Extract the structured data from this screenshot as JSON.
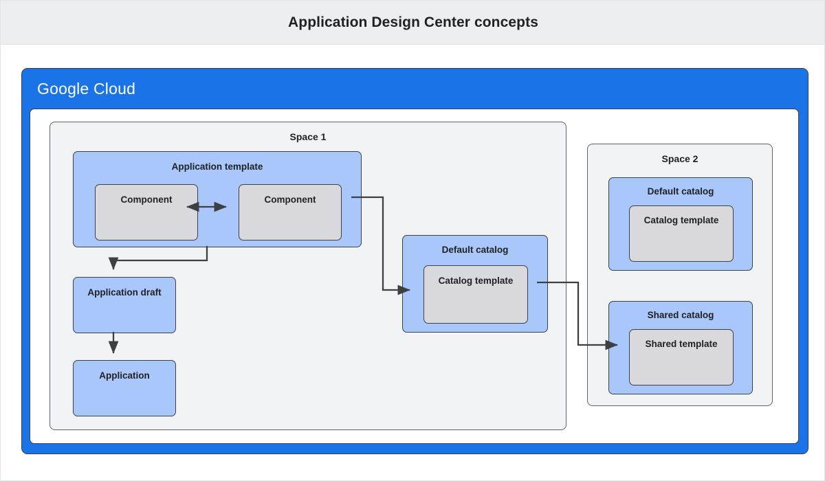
{
  "header": {
    "title": "Application Design Center concepts"
  },
  "cloud_frame": {
    "logo_primary": "Google",
    "logo_secondary": "Cloud"
  },
  "space1": {
    "title": "Space 1",
    "application_template": {
      "label": "Application template",
      "components": [
        {
          "label": "Component"
        },
        {
          "label": "Component"
        }
      ]
    },
    "application_draft": {
      "label": "Application draft"
    },
    "application": {
      "label": "Application"
    },
    "default_catalog": {
      "label": "Default catalog",
      "catalog_template": {
        "label": "Catalog template"
      }
    }
  },
  "space2": {
    "title": "Space 2",
    "default_catalog": {
      "label": "Default catalog",
      "catalog_template": {
        "label": "Catalog template"
      }
    },
    "shared_catalog": {
      "label": "Shared catalog",
      "shared_template": {
        "label": "Shared template"
      }
    }
  },
  "colors": {
    "header_background": "#eceff1",
    "google_cloud_blue": "#1b73e8",
    "node_blue": "#a9c7fa",
    "node_gray": "#d9d9dd",
    "space_gray": "#f1f3f4",
    "border_dark": "#3c4043",
    "text": "#202124"
  },
  "connectors": [
    {
      "name": "component-to-component",
      "from": "Component",
      "to": "Component",
      "arrowheads": "both"
    },
    {
      "name": "application-template-to-application-draft",
      "from": "Application template",
      "to": "Application draft",
      "arrowheads": "end"
    },
    {
      "name": "application-draft-to-application",
      "from": "Application draft",
      "to": "Application",
      "arrowheads": "end"
    },
    {
      "name": "application-template-to-default-catalog",
      "from": "Application template",
      "to": "Catalog template",
      "arrowheads": "end"
    },
    {
      "name": "default-catalog-to-shared-catalog",
      "from": "Catalog template",
      "to": "Shared template",
      "arrowheads": "end"
    }
  ]
}
